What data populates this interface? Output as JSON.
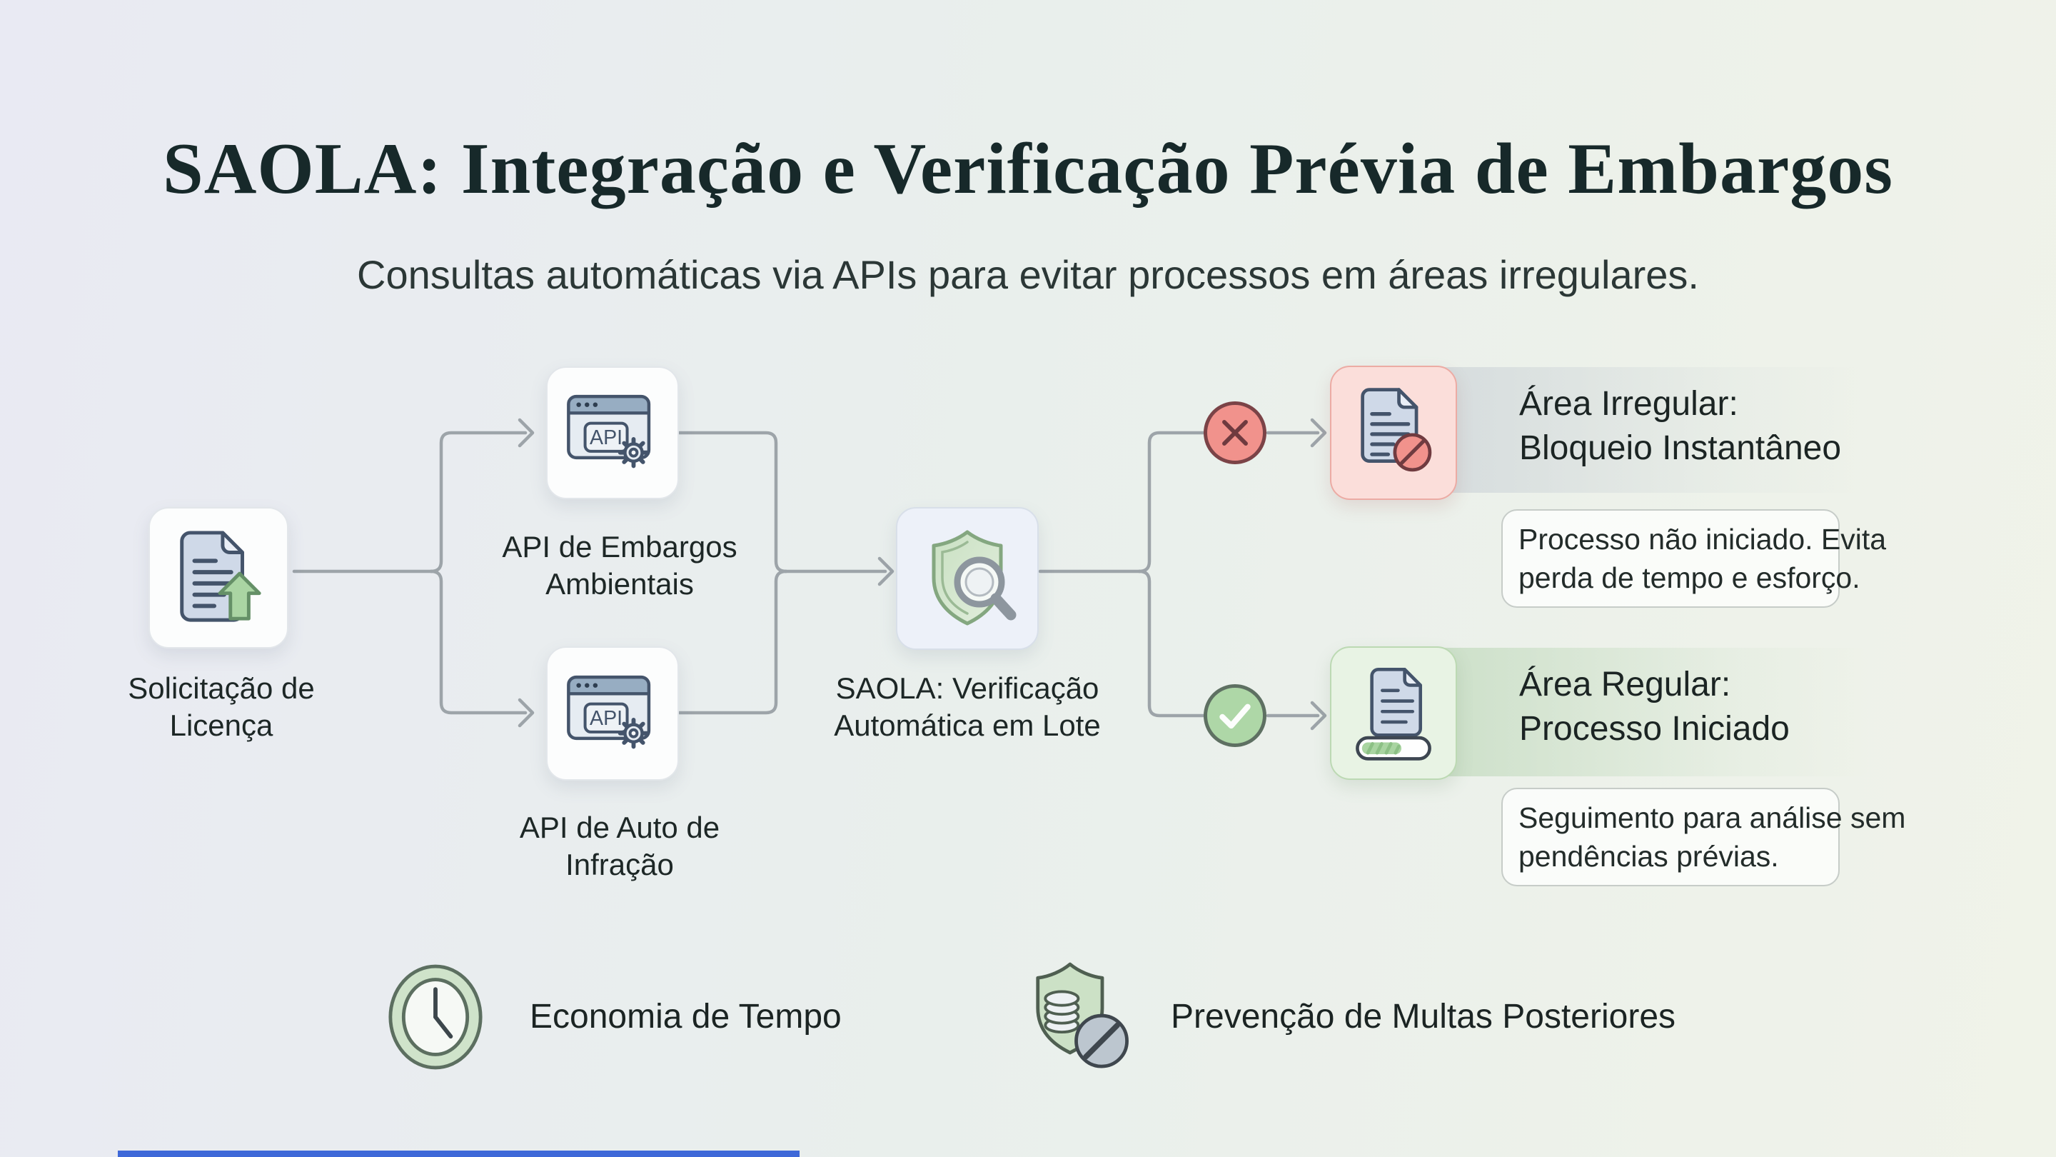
{
  "header": {
    "title": "SAOLA: Integração e Verificação Prévia de Embargos",
    "subtitle": "Consultas automáticas via APIs para evitar processos em áreas irregulares."
  },
  "flow": {
    "source": {
      "label": "Solicitação de Licença"
    },
    "apis": [
      {
        "label": "API de Embargos Ambientais",
        "icon_text": "API"
      },
      {
        "label": "API de Auto de Infração",
        "icon_text": "API"
      }
    ],
    "processor": {
      "label": "SAOLA: Verificação Automática em Lote"
    },
    "outcomes": [
      {
        "status": "negative",
        "title_lines": [
          "Área Irregular:",
          "Bloqueio Instantâneo"
        ],
        "note_lines": [
          "Processo não iniciado. Evita",
          "perda de tempo e esforço."
        ]
      },
      {
        "status": "positive",
        "title_lines": [
          "Área Regular:",
          "Processo Iniciado"
        ],
        "note_lines": [
          "Seguimento para análise sem",
          "pendências prévias."
        ]
      }
    ]
  },
  "benefits": [
    {
      "label": "Economia de Tempo",
      "icon": "clock-icon"
    },
    {
      "label": "Prevenção de Multas Posteriores",
      "icon": "shield-coins-ban-icon"
    }
  ],
  "colors": {
    "negative_accent": "#f1928c",
    "positive_accent": "#aed7a7",
    "connector": "#9da4a9",
    "footer_bar": "#3e68d8"
  }
}
